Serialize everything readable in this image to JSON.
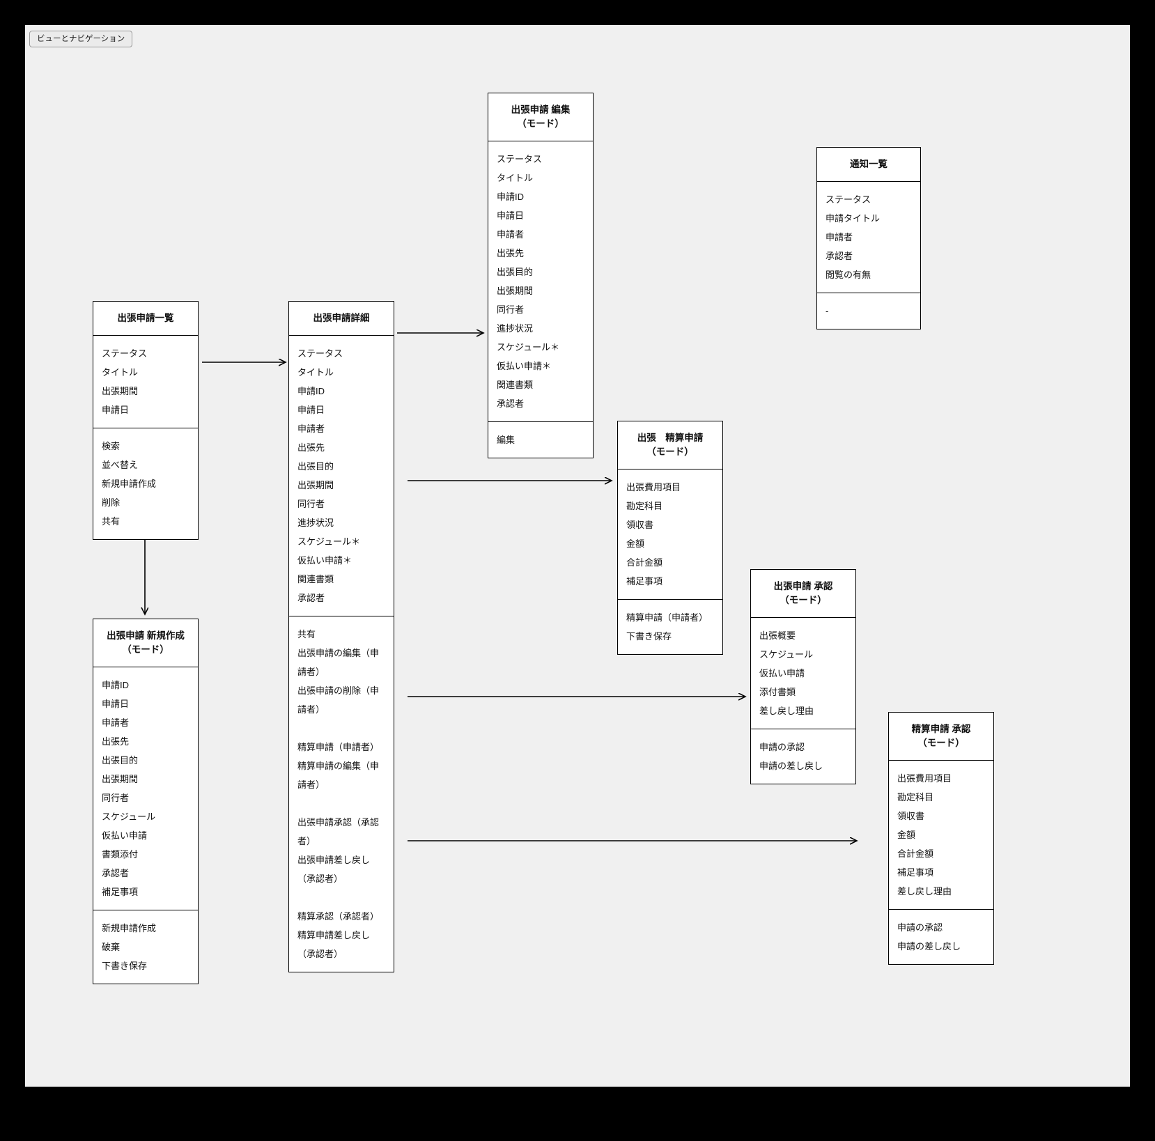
{
  "legend": {
    "label": "ビューとナビゲーション"
  },
  "colors": {
    "frame": "#000000",
    "canvas_background": "#f0f0f0",
    "box_background": "#ffffff",
    "box_border": "#000000",
    "text": "#111111"
  },
  "boxes": [
    {
      "id": "trip-request-list",
      "title": "出張申請一覧",
      "sections": [
        {
          "items": [
            "ステータス",
            "タイトル",
            "出張期間",
            "申請日"
          ]
        },
        {
          "items": [
            "検索",
            "並べ替え",
            "新規申請作成",
            "削除",
            "共有"
          ]
        }
      ]
    },
    {
      "id": "trip-request-detail",
      "title": "出張申請詳細",
      "sections": [
        {
          "items": [
            "ステータス",
            "タイトル",
            "申請ID",
            "申請日",
            "申請者",
            "出張先",
            "出張目的",
            "出張期間",
            "同行者",
            "進捗状況",
            "スケジュール＊",
            "仮払い申請＊",
            "関連書類",
            "承認者"
          ]
        },
        {
          "items": [
            "共有",
            "出張申請の編集（申請者）",
            "出張申請の削除（申請者）",
            "",
            "精算申請（申請者）",
            "精算申請の編集（申請者）",
            "",
            "出張申請承認（承認者）",
            "出張申請差し戻し（承認者）",
            "",
            "精算承認（承認者）",
            "精算申請差し戻し（承認者）"
          ]
        }
      ]
    },
    {
      "id": "trip-request-edit",
      "title": "出張申請 編集",
      "subtitle": "（モード）",
      "sections": [
        {
          "items": [
            "ステータス",
            "タイトル",
            "申請ID",
            "申請日",
            "申請者",
            "出張先",
            "出張目的",
            "出張期間",
            "同行者",
            "進捗状況",
            "スケジュール＊",
            "仮払い申請＊",
            "関連書類",
            "承認者"
          ]
        },
        {
          "items": [
            "編集"
          ]
        }
      ]
    },
    {
      "id": "notification-list",
      "title": "通知一覧",
      "sections": [
        {
          "items": [
            "ステータス",
            "申請タイトル",
            "申請者",
            "承認者",
            "閲覧の有無"
          ]
        },
        {
          "items": [
            "-"
          ]
        }
      ]
    },
    {
      "id": "trip-expense-request",
      "title": "出張　精算申請",
      "subtitle": "（モード）",
      "sections": [
        {
          "items": [
            "出張費用項目",
            "勘定科目",
            "領収書",
            "金額",
            "合計金額",
            "補足事項"
          ]
        },
        {
          "items": [
            "精算申請（申請者）",
            "下書き保存"
          ]
        }
      ]
    },
    {
      "id": "trip-request-approval",
      "title": "出張申請 承認",
      "subtitle": "（モード）",
      "sections": [
        {
          "items": [
            "出張概要",
            "スケジュール",
            "仮払い申請",
            "添付書類",
            "差し戻し理由"
          ]
        },
        {
          "items": [
            "申請の承認",
            "申請の差し戻し"
          ]
        }
      ]
    },
    {
      "id": "expense-request-approval",
      "title": "精算申請 承認",
      "subtitle": "（モード）",
      "sections": [
        {
          "items": [
            "出張費用項目",
            "勘定科目",
            "領収書",
            "金額",
            "合計金額",
            "補足事項",
            "差し戻し理由"
          ]
        },
        {
          "items": [
            "申請の承認",
            "申請の差し戻し"
          ]
        }
      ]
    },
    {
      "id": "trip-request-new",
      "title": "出張申請 新規作成",
      "subtitle": "（モード）",
      "sections": [
        {
          "items": [
            "申請ID",
            "申請日",
            "申請者",
            "出張先",
            "出張目的",
            "出張期間",
            "同行者",
            "スケジュール",
            "仮払い申請",
            "書類添付",
            "承認者",
            "補足事項"
          ]
        },
        {
          "items": [
            "新規申請作成",
            "破棄",
            "下書き保存"
          ]
        }
      ]
    }
  ],
  "connections": [
    {
      "from": "trip-request-list",
      "to": "trip-request-detail"
    },
    {
      "from": "trip-request-detail",
      "to": "trip-request-edit"
    },
    {
      "from": "trip-request-detail",
      "to": "trip-expense-request"
    },
    {
      "from": "trip-request-detail",
      "to": "trip-request-approval"
    },
    {
      "from": "trip-request-detail",
      "to": "expense-request-approval"
    },
    {
      "from": "trip-request-list",
      "to": "trip-request-new"
    }
  ]
}
